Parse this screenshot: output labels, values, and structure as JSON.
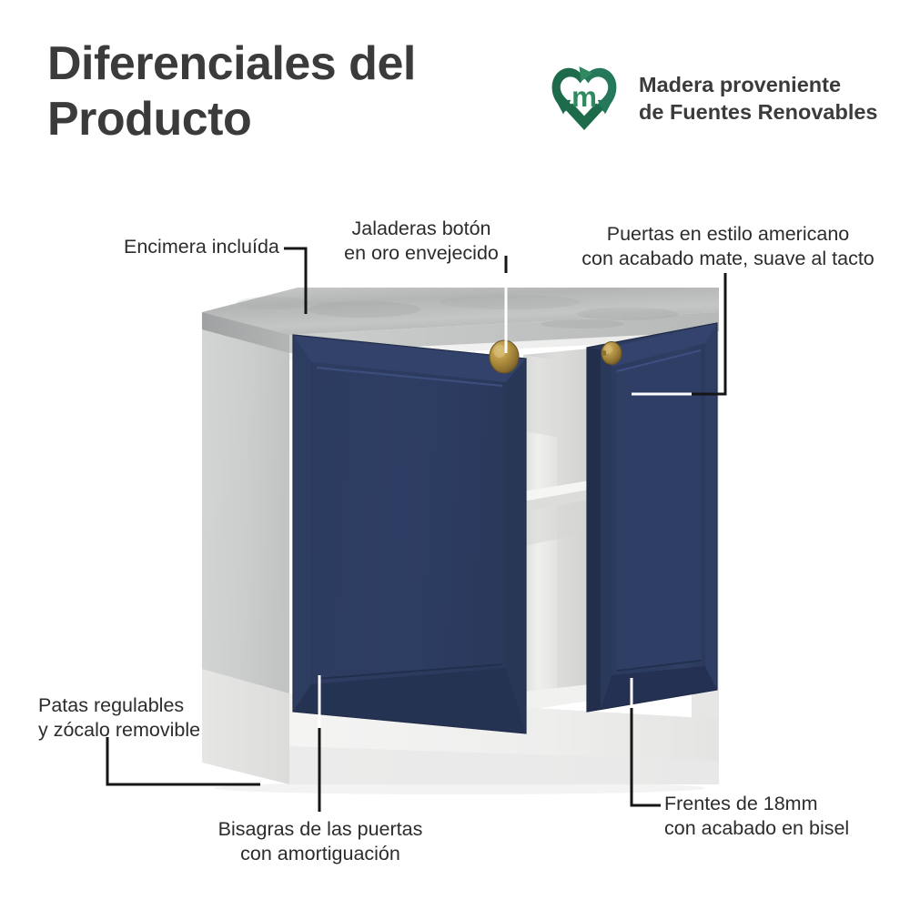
{
  "header": {
    "title_line1": "Diferenciales del",
    "title_line2": "Producto",
    "logo": {
      "icon": "recycle-heart-icon",
      "monogram": "m",
      "text_line1": "Madera proveniente",
      "text_line2": "de Fuentes Renovables",
      "color_dark_green": "#1e6b4c",
      "color_mid_green": "#2f8a60",
      "color_light_green": "#3f9e72"
    }
  },
  "annotations": [
    {
      "id": "encimera",
      "line1": "Encimera incluída",
      "line2": "",
      "align": "left"
    },
    {
      "id": "jaladeras",
      "line1": "Jaladeras botón",
      "line2": "en oro envejecido",
      "align": "center"
    },
    {
      "id": "puertas",
      "line1": "Puertas en estilo americano",
      "line2": "con acabado mate, suave al tacto",
      "align": "center"
    },
    {
      "id": "patas",
      "line1": "Patas regulables",
      "line2": "y zócalo removible",
      "align": "left"
    },
    {
      "id": "bisagras",
      "line1": "Bisagras de las puertas",
      "line2": "con amortiguación",
      "align": "center"
    },
    {
      "id": "frentes",
      "line1": "Frentes de 18mm",
      "line2": "con acabado en bisel",
      "align": "left"
    }
  ],
  "product": {
    "name": "base-kitchen-cabinet-two-doors",
    "colors": {
      "background": "#ffffff",
      "door_navy": "#2b3a5e",
      "door_navy_dark": "#24314f",
      "door_navy_light": "#32426a",
      "door_edge_highlight": "#3c4d77",
      "countertop_top": "#b9bbbb",
      "countertop_top_light": "#cdcfcf",
      "countertop_edge": "#a8abab",
      "carcass_side": "#c9cacа",
      "carcass_side_gray": "#c8c9c9",
      "carcass_front_white": "#f2f2f1",
      "interior_white": "#ededec",
      "interior_shadow": "#d9d9d8",
      "plinth_white": "#efefee",
      "knob_gold": "#a8883f",
      "knob_gold_light": "#c8a856",
      "knob_gold_dark": "#7a6128",
      "text": "#2c2c2c",
      "title": "#3b3b3b",
      "leader_dark": "#161616",
      "leader_light": "#ffffff"
    },
    "parts": [
      "countertop",
      "left-door",
      "right-door-open",
      "carcass",
      "shelf",
      "plinth",
      "gold-knob-left",
      "gold-knob-right"
    ]
  }
}
